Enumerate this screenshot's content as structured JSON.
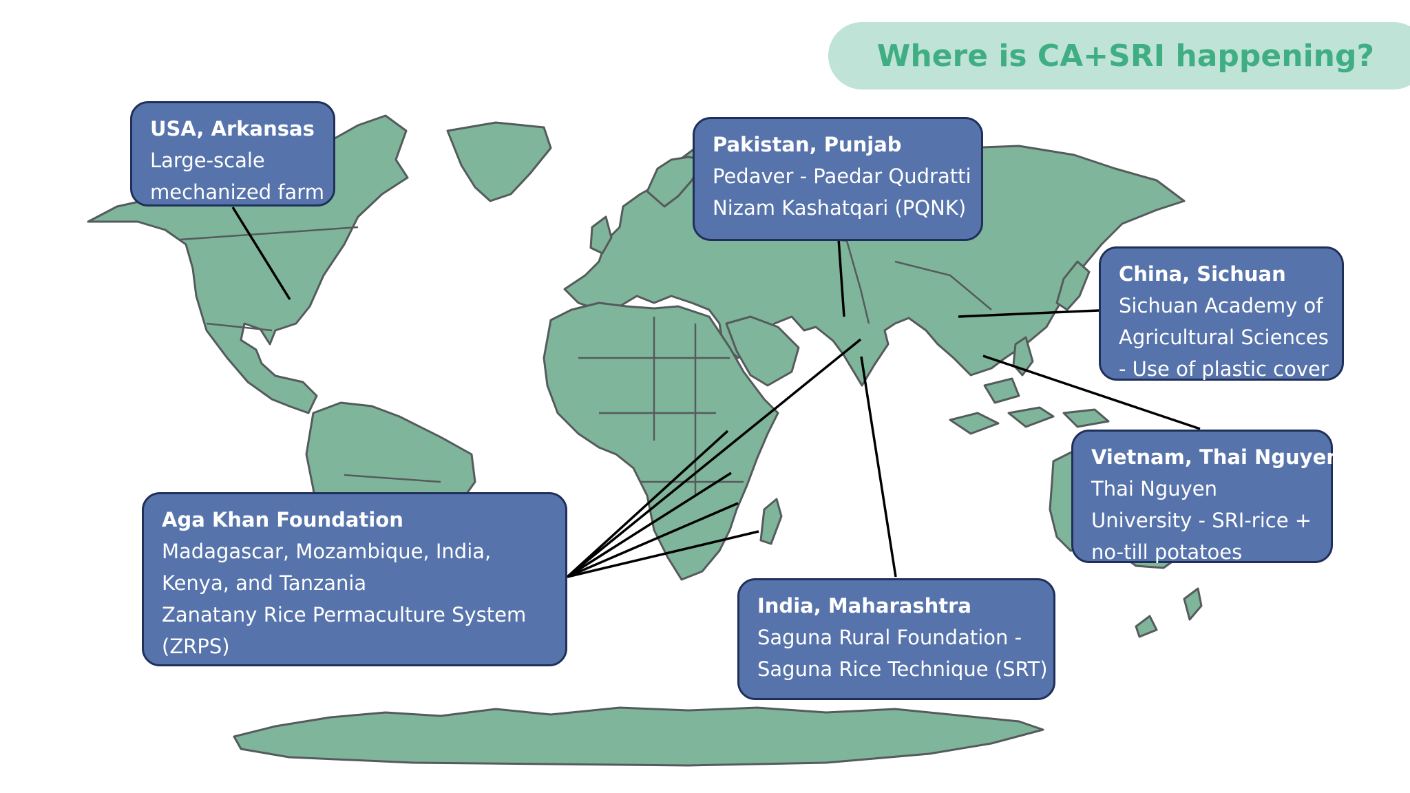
{
  "slide": {
    "title": "Where is CA+SRI happening?"
  },
  "colors": {
    "land": "#7fb59a",
    "border": "#555a5c",
    "title_banner": "#bfe3d6",
    "title_text": "#3fae84",
    "callout_fill": "#5673ab",
    "callout_border": "#1f2f5a",
    "leader_line": "#000000"
  },
  "callouts": {
    "usa": {
      "heading": "USA, Arkansas",
      "lines": [
        "Large-scale",
        "mechanized farm"
      ]
    },
    "pakistan": {
      "heading": "Pakistan, Punjab",
      "lines": [
        "Pedaver - Paedar Qudratti",
        "Nizam Kashatqari (PQNK)"
      ]
    },
    "china": {
      "heading": "China, Sichuan",
      "lines": [
        "Sichuan Academy of",
        "Agricultural Sciences",
        "- Use of plastic cover"
      ]
    },
    "vietnam": {
      "heading": "Vietnam, Thai Nguyen",
      "lines": [
        "Thai Nguyen",
        "University - SRI-rice +",
        "no-till potatoes"
      ]
    },
    "aga_khan": {
      "heading": "Aga Khan Foundation",
      "lines": [
        "Madagascar, Mozambique, India,",
        "Kenya, and Tanzania",
        "Zanatany Rice Permaculture System",
        "(ZRPS)"
      ]
    },
    "india": {
      "heading": "India, Maharashtra",
      "lines": [
        "Saguna Rural Foundation -",
        "Saguna Rice Technique (SRT)"
      ]
    }
  }
}
